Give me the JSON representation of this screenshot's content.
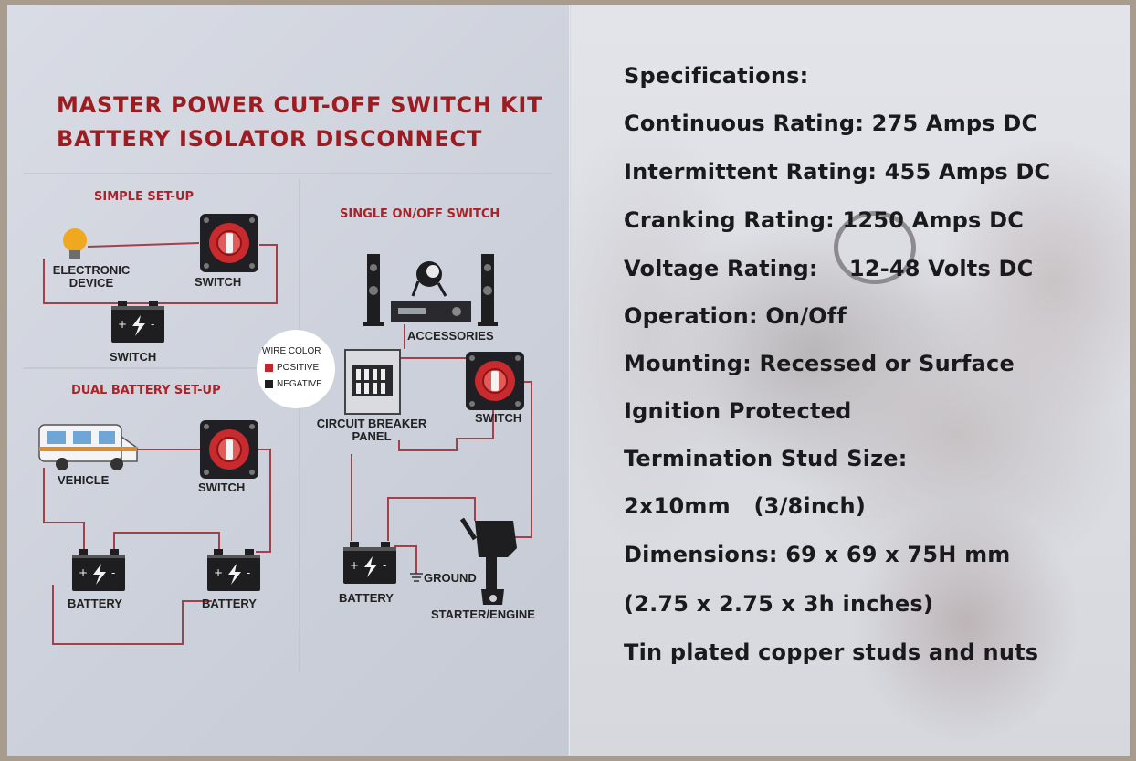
{
  "title": {
    "line1": "MASTER POWER CUT-OFF SWITCH KIT",
    "line2": "BATTERY ISOLATOR DISCONNECT"
  },
  "sections": {
    "simple": "SIMPLE SET-UP",
    "single": "SINGLE ON/OFF SWITCH",
    "dual": "DUAL BATTERY SET-UP"
  },
  "labels": {
    "electronic_device": "ELECTRONIC DEVICE",
    "switch": "SWITCH",
    "vehicle": "VEHICLE",
    "battery": "BATTERY",
    "accessories": "ACCESSORIES",
    "circuit_breaker": "CIRCUIT BREAKER PANEL",
    "ground": "GROUND",
    "starter_engine": "STARTER/ENGINE"
  },
  "legend": {
    "title": "WIRE COLOR",
    "positive": "POSITIVE",
    "negative": "NEGATIVE",
    "positive_color": "#c0262b",
    "negative_color": "#1e1e1e"
  },
  "colors": {
    "title": "#9b1d21",
    "wire": "#a2414a",
    "bulb": "#f0a81f"
  },
  "icons": [
    "bulb-icon",
    "switch-icon",
    "battery-icon",
    "rv-icon",
    "speaker-icon",
    "spotlight-icon",
    "stereo-icon",
    "breaker-panel-icon",
    "outboard-engine-icon",
    "ground-icon"
  ],
  "specs": [
    "Specifications:",
    "Continuous Rating: 275 Amps DC",
    "Intermittent Rating: 455 Amps DC",
    "Cranking Rating: 1250 Amps DC",
    "Voltage Rating:    12-48 Volts DC",
    "Operation: On/Off",
    "Mounting: Recessed or Surface",
    "Ignition Protected",
    "Termination Stud Size:",
    "2x10mm   (3/8inch)",
    "Dimensions: 69 x 69 x 75H mm",
    "(2.75 x 2.75 x 3h inches)",
    "Tin plated copper studs and nuts"
  ]
}
